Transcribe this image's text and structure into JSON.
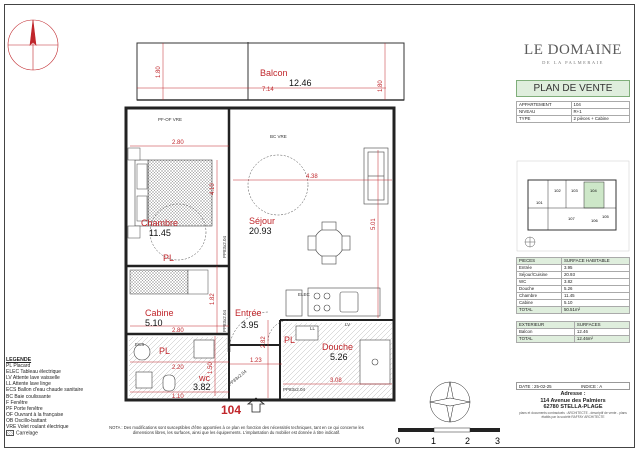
{
  "brand": {
    "name": "LE DOMAINE",
    "tagline": "DE LA PALMERAIE"
  },
  "sale_plan_title": "PLAN DE VENTE",
  "info": [
    {
      "label": "APPARTEMENT",
      "value": "104"
    },
    {
      "label": "NIVEAU",
      "value": "R+1"
    },
    {
      "label": "TYPE",
      "value": "2 pièces + Cabine"
    }
  ],
  "habitable": {
    "head_label": "PIECES",
    "head_value": "SURFACE HABITABLE",
    "rows": [
      {
        "label": "Entrée",
        "value": "3.95"
      },
      {
        "label": "Séjour/Cuisine",
        "value": "20.93"
      },
      {
        "label": "WC",
        "value": "3.82"
      },
      {
        "label": "Douche",
        "value": "5.26"
      },
      {
        "label": "Chambre",
        "value": "11.45"
      },
      {
        "label": "Cabine",
        "value": "5.10"
      }
    ],
    "total_label": "TOTAL",
    "total_value": "50.51m²"
  },
  "exterior": {
    "head_label": "EXTERIEUR",
    "head_value": "SURFACES",
    "rows": [
      {
        "label": "Balcon",
        "value": "12.46"
      }
    ],
    "total_label": "TOTAL",
    "total_value": "12.46m²"
  },
  "footer": {
    "date": "DATE : 25-02-25",
    "index": "INDICE : A"
  },
  "address": {
    "heading": "Adresse :",
    "line1": "114 Avenue des Palmiers",
    "line2": "62780 STELLA-PLAGE"
  },
  "architect_note": "plans et documents contractuels : ARCHITECTE - descriptif de vente - plans établis par la société RAFFAY ARCHITECTE",
  "legend": {
    "title": "LEGENDE",
    "items": [
      "PL Placard",
      "ELEC Tableau électrique",
      "LV Attente lave vaisselle",
      "LL Attente lave linge",
      "ECS Ballon d'eau chaude sanitaire",
      "BC Baie coulissante",
      "F Fenêtre",
      "PF Porte fenêtre",
      "OF Ouvrant à la française",
      "OB Oscillo-battant",
      "VRE Volet roulant électrique"
    ],
    "tile_label": "Carrelage"
  },
  "disclaimer": "NOTA : Des modifications sont susceptibles d'être apportées à ce plan en fonction des nécessités techniques, tant en ce qui concerne les dimensions libres, les surfaces, ainsi que les équipements. L'implantation du mobilier est donnée à titre indicatif.",
  "unit_label": "104",
  "rooms": {
    "balcon": {
      "name": "Balcon",
      "area": "12.46"
    },
    "chambre": {
      "name": "Chambre",
      "area": "11.45"
    },
    "sejour": {
      "name": "Séjour",
      "area": "20.93"
    },
    "cabine": {
      "name": "Cabine",
      "area": "5.10"
    },
    "entree": {
      "name": "Entrée",
      "area": "3.95"
    },
    "wc": {
      "name": "wc",
      "area": "3.82"
    },
    "douche": {
      "name": "Douche",
      "area": "5.26"
    }
  },
  "dims": {
    "balcony_width": "7.14",
    "balcony_left": "1.80",
    "balcony_right": "1.80",
    "chambre_width": "2.80",
    "chambre_height": "4.10",
    "sejour_width": "4.38",
    "living_height": "5.01",
    "cabine_height": "1.82",
    "cabine_width": "2.80",
    "wc_height": "1.50",
    "wc_width": "2.20",
    "wc_bottom": "1.10",
    "entree_height": "2.82",
    "entree_width": "1.23",
    "douche_width": "3.08"
  },
  "codes": {
    "window_top": "PF-OF VRE",
    "bay": "BC VRE",
    "pl": "PL",
    "elec": "ELEC",
    "ecs": "ECS",
    "ll": "LL",
    "lv": "LV",
    "door1": "PP83x2.04",
    "door2": "PP83x2.04",
    "door3": "PP83x2.04",
    "door4": "PP83x2.04"
  },
  "scale": {
    "ticks": [
      "0",
      "1",
      "2",
      "3"
    ]
  },
  "thumb_units": [
    "101",
    "102",
    "103",
    "104",
    "105",
    "106",
    "107"
  ]
}
